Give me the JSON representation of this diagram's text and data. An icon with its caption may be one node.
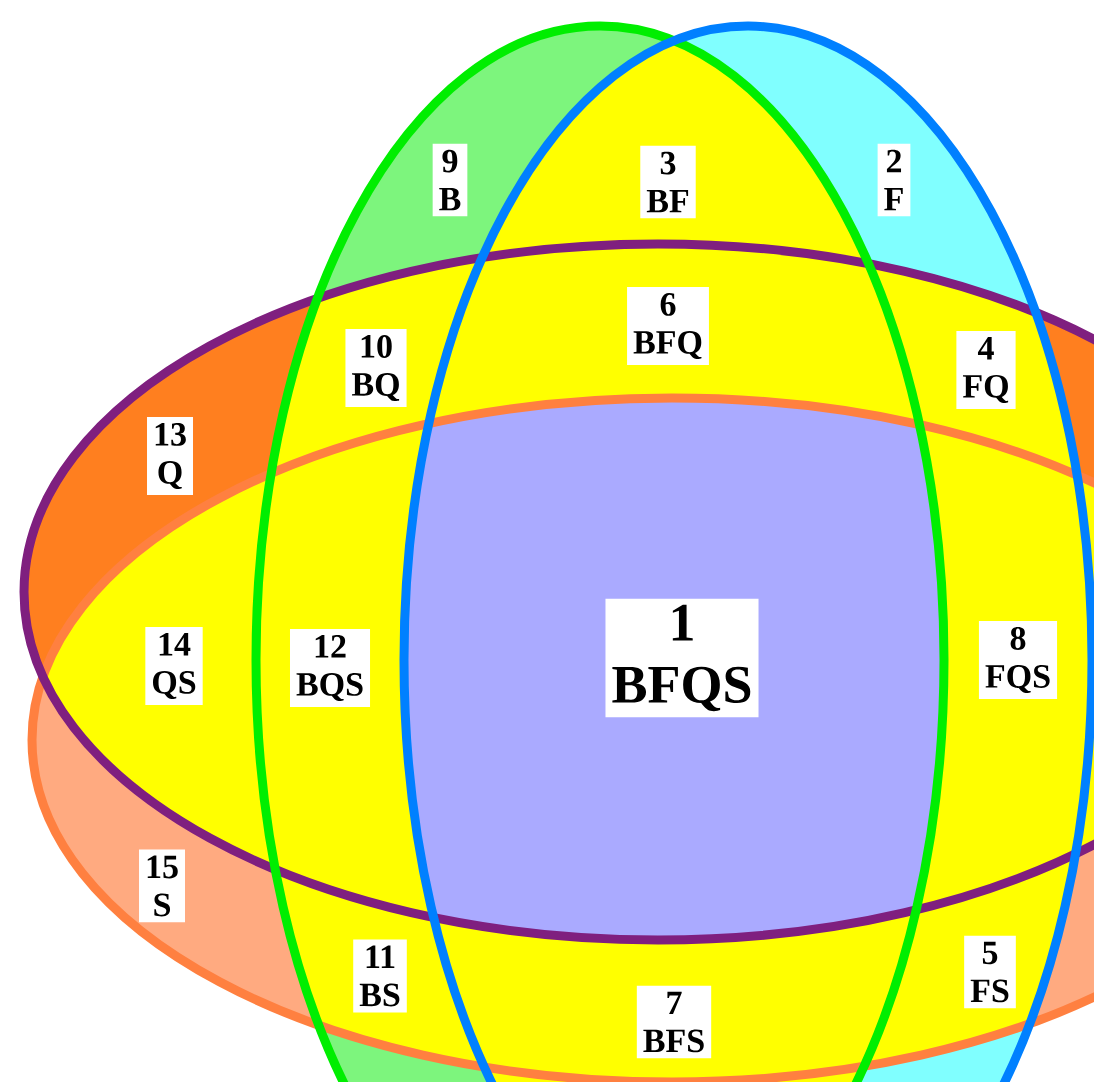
{
  "diagram": {
    "nodes": [
      {
        "text": [
          "9",
          "B"
        ]
      },
      {
        "text": [
          "3",
          "BF"
        ]
      },
      {
        "text": [
          "2",
          "F"
        ]
      },
      {
        "text": [
          "6",
          "BFQ"
        ]
      },
      {
        "text": [
          "10",
          "BQ"
        ]
      },
      {
        "text": [
          "4",
          "FQ"
        ]
      },
      {
        "text": [
          "13",
          "Q"
        ]
      },
      {
        "text": [
          "14",
          "QS"
        ]
      },
      {
        "text": [
          "12",
          "BQS"
        ]
      },
      {
        "text": [
          "1",
          "BFQS"
        ]
      },
      {
        "text": [
          "8",
          "FQS"
        ]
      },
      {
        "text": [
          "15",
          "S"
        ]
      },
      {
        "text": [
          "11",
          "BS"
        ]
      },
      {
        "text": [
          "5",
          "FS"
        ]
      },
      {
        "text": [
          "7",
          "BFS"
        ]
      }
    ]
  }
}
